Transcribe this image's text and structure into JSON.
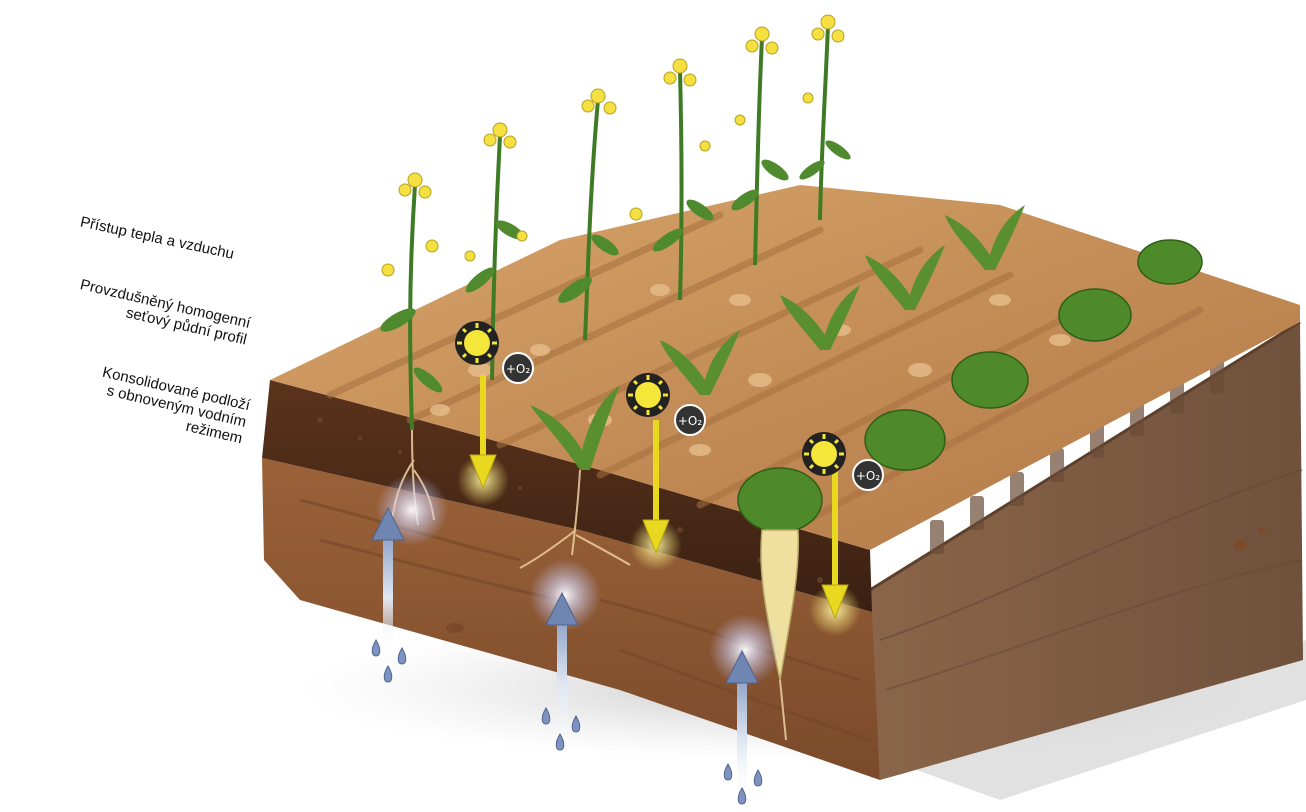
{
  "labels": {
    "heat_air": "Přístup tepla a vzduchu",
    "topsoil": [
      "Provzdušněný homogenní",
      "seťový půdní profil"
    ],
    "subsoil": [
      "Konsolidované podloží",
      "s obnoveným vodním",
      "režimem"
    ]
  },
  "symbols": {
    "oxygen": "+O₂",
    "sun": "sun-icon",
    "water": "water-drop-icon"
  },
  "colors": {
    "soil_surface": "#c08a55",
    "topsoil_dark": "#4a2a17",
    "subsoil": "#8a5533",
    "side_right": "#7a5a43",
    "plant_green": "#3f7a25",
    "flower_yellow": "#f4e040",
    "arrow_yellow": "#e8d820",
    "arrow_blue": "#6f86b3"
  }
}
